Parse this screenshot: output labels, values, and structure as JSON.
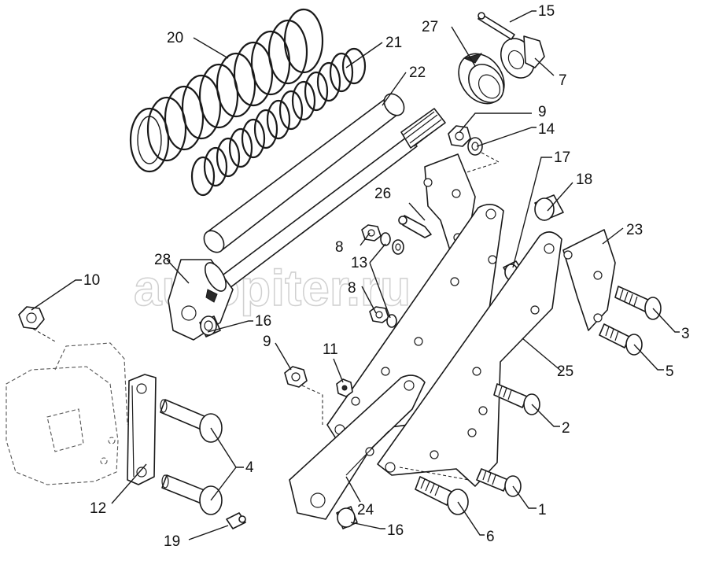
{
  "watermark": "autopiter.ru",
  "labels": {
    "p1": "1",
    "p2": "2",
    "p3": "3",
    "p4": "4",
    "p5": "5",
    "p6": "6",
    "p7": "7",
    "p8a": "8",
    "p8b": "8",
    "p9a": "9",
    "p9b": "9",
    "p10": "10",
    "p11": "11",
    "p12": "12",
    "p13": "13",
    "p14": "14",
    "p15": "15",
    "p16a": "16",
    "p16b": "16",
    "p17": "17",
    "p18": "18",
    "p19": "19",
    "p20": "20",
    "p21": "21",
    "p22": "22",
    "p23": "23",
    "p24": "24",
    "p25": "25",
    "p26": "26",
    "p27": "27",
    "p28": "28"
  }
}
